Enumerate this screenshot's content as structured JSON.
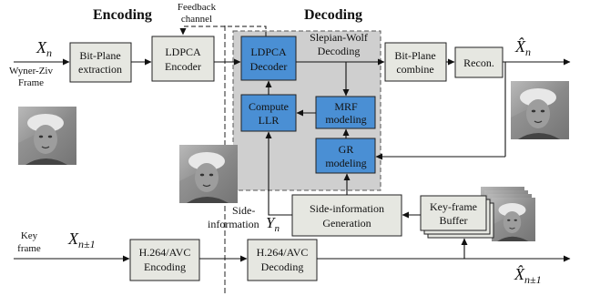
{
  "headers": {
    "encoding": "Encoding",
    "decoding": "Decoding"
  },
  "feedback": {
    "line1": "Feedback",
    "line2": "channel"
  },
  "sw_label": {
    "line1": "Slepian-Wolf",
    "line2": "Decoding"
  },
  "inputs": {
    "xn": "X",
    "xn_sub": "n",
    "wz_line1": "Wyner-Ziv",
    "wz_line2": "Frame",
    "key_line1": "Key",
    "key_line2": "frame",
    "xk": "X",
    "xk_sub": "n±1"
  },
  "outputs": {
    "xhat": "X̂",
    "xhat_sub": "n",
    "xhat_k": "X̂",
    "xhat_k_sub": "n±1"
  },
  "side_info": {
    "line1": "Side-",
    "line2": "information",
    "y": "Y",
    "y_sub": "n"
  },
  "blocks": {
    "bitplane_extract": [
      "Bit-Plane",
      "extraction"
    ],
    "ldpca_encoder": [
      "LDPCA",
      "Encoder"
    ],
    "ldpca_decoder": [
      "LDPCA",
      "Decoder"
    ],
    "compute_llr": [
      "Compute",
      "LLR"
    ],
    "mrf": [
      "MRF",
      "modeling"
    ],
    "gr": [
      "GR",
      "modeling"
    ],
    "bitplane_combine": [
      "Bit-Plane",
      "combine"
    ],
    "recon": [
      "Recon."
    ],
    "side_info_gen": [
      "Side-information",
      "Generation"
    ],
    "keyframe_buffer": [
      "Key-frame",
      "Buffer"
    ],
    "h264_enc": [
      "H.264/AVC",
      "Encoding"
    ],
    "h264_dec": [
      "H.264/AVC",
      "Decoding"
    ]
  },
  "colors": {
    "gray_box": "#e6e7e1",
    "blue_box": "#4a8fd4",
    "sw_region": "#cfcfcf"
  }
}
